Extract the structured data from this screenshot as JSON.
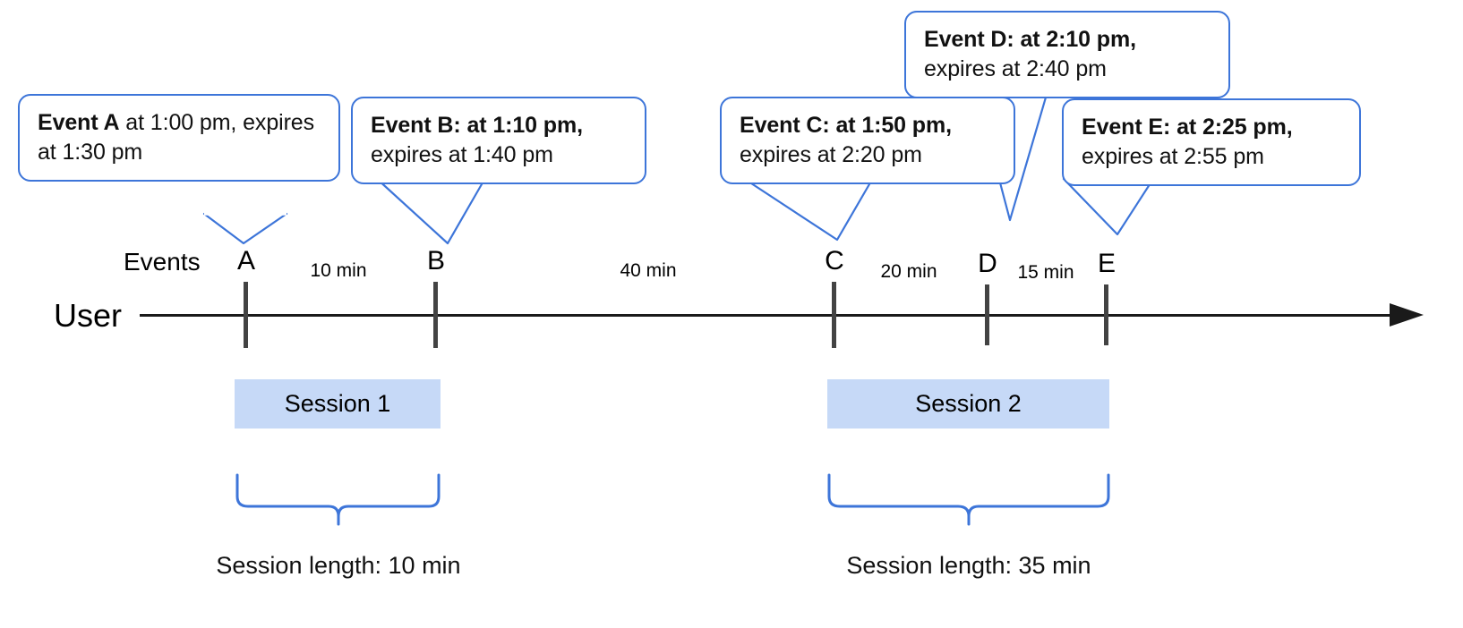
{
  "diagram": {
    "title": "User session timeline with expiring events",
    "accent_blue": "#3d75d9",
    "session_fill": "#c6d9f7",
    "axis_color": "#1a1a1a",
    "tick_color": "#434343"
  },
  "axis": {
    "user_label": "User",
    "events_label": "Events"
  },
  "events": [
    {
      "id": "a",
      "letter": "A",
      "name": "Event A",
      "separator": ":",
      "detail": " at 1:00 pm, expires at 1:30 pm",
      "line1": "Event A: at 1:00 pm,",
      "line2": "expires at 1:30 pm",
      "start_time": "1:00 pm",
      "expires_time": "1:30 pm",
      "bold_colon": false
    },
    {
      "id": "b",
      "letter": "B",
      "name": "Event B",
      "separator": ":",
      "detail": " at 1:10 pm, expires at 1:40 pm",
      "line1": "Event B: at 1:10 pm,",
      "line2": "expires at 1:40 pm",
      "start_time": "1:10 pm",
      "expires_time": "1:40 pm",
      "bold_colon": true
    },
    {
      "id": "c",
      "letter": "C",
      "name": "Event C",
      "separator": ":",
      "detail": " at 1:50 pm, expires at 2:20 pm",
      "line1": "Event C: at 1:50 pm,",
      "line2": "expires at 2:20 pm",
      "start_time": "1:50 pm",
      "expires_time": "2:20 pm",
      "bold_colon": true
    },
    {
      "id": "d",
      "letter": "D",
      "name": "Event D",
      "separator": ":",
      "detail": " at 2:10 pm, expires at 2:40 pm",
      "line1": "Event D: at 2:10 pm,",
      "line2": "expires at 2:40 pm",
      "start_time": "2:10 pm",
      "expires_time": "2:40 pm",
      "bold_colon": true
    },
    {
      "id": "e",
      "letter": "E",
      "name": "Event E",
      "separator": ":",
      "detail": " at 2:25 pm, expires at 2:55 pm",
      "line1": "Event E: at 2:25 pm,",
      "line2": "expires at 2:55 pm",
      "start_time": "2:25 pm",
      "expires_time": "2:55 pm",
      "bold_colon": true
    }
  ],
  "gaps": [
    {
      "id": "ab",
      "label": "10 min",
      "from": "A",
      "to": "B"
    },
    {
      "id": "bc",
      "label": "40 min",
      "from": "B",
      "to": "C"
    },
    {
      "id": "cd",
      "label": "20 min",
      "from": "C",
      "to": "D"
    },
    {
      "id": "de",
      "label": "15 min",
      "from": "D",
      "to": "E"
    }
  ],
  "sessions": [
    {
      "id": "1",
      "label": "Session 1",
      "caption": "Session length: 10 min",
      "length": "10 min"
    },
    {
      "id": "2",
      "label": "Session 2",
      "caption": "Session length: 35 min",
      "length": "35 min"
    }
  ],
  "chart_data": {
    "type": "timeline",
    "title": "User session timeline",
    "axis_label": "User",
    "series_label": "Events",
    "x_unit": "minutes",
    "x": [
      0,
      10,
      50,
      70,
      85
    ],
    "categories": [
      "A",
      "B",
      "C",
      "D",
      "E"
    ],
    "event_times": [
      "1:00 pm",
      "1:10 pm",
      "1:50 pm",
      "2:10 pm",
      "2:25 pm"
    ],
    "expiry_times": [
      "1:30 pm",
      "1:40 pm",
      "2:20 pm",
      "2:40 pm",
      "2:55 pm"
    ],
    "expiry_window_min": 30,
    "gaps_min": [
      10,
      40,
      20,
      15
    ],
    "gap_labels": [
      "10 min",
      "40 min",
      "20 min",
      "15 min"
    ],
    "sessions": [
      {
        "name": "Session 1",
        "events": [
          "A",
          "B"
        ],
        "start_min": 0,
        "end_min": 10,
        "length_min": 10
      },
      {
        "name": "Session 2",
        "events": [
          "C",
          "D",
          "E"
        ],
        "start_min": 50,
        "end_min": 85,
        "length_min": 35
      }
    ],
    "grid": false,
    "legend": "none"
  }
}
